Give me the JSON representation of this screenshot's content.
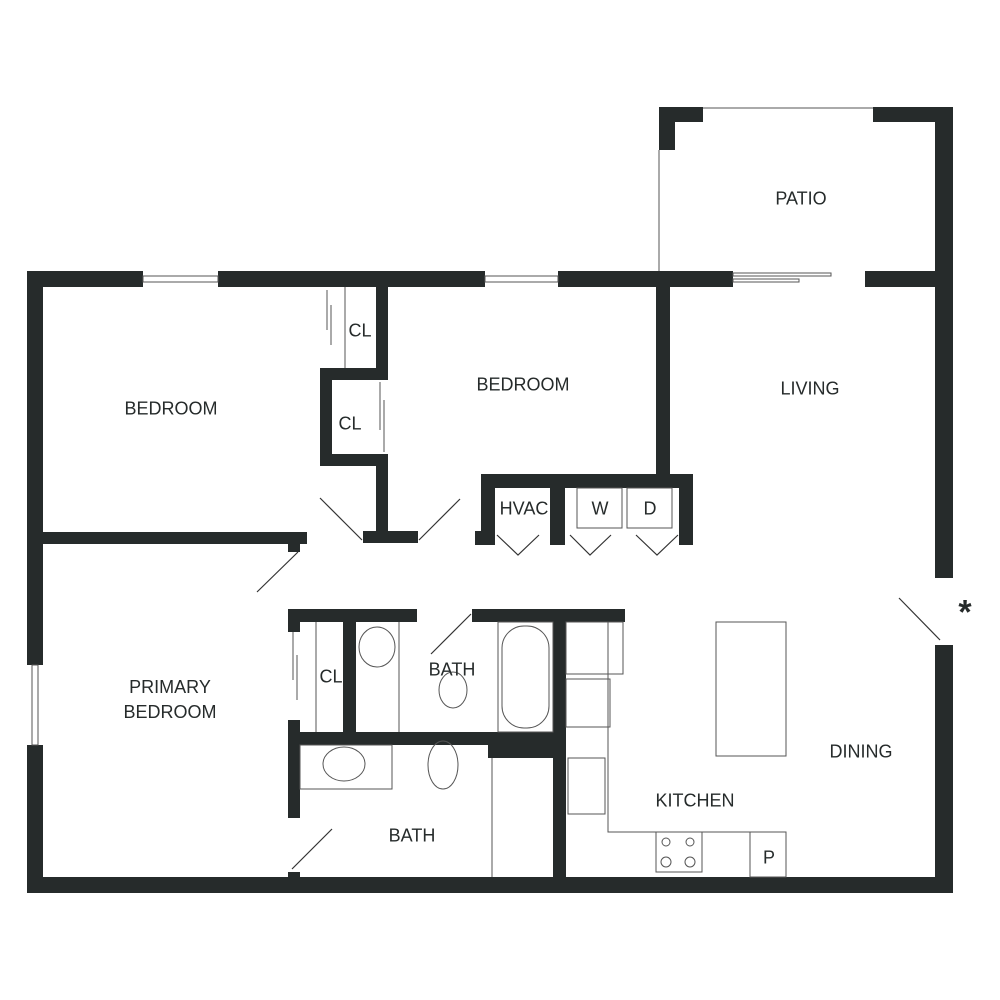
{
  "rooms": {
    "patio": "PATIO",
    "living": "LIVING",
    "bedroom_left": "BEDROOM",
    "bedroom_center": "BEDROOM",
    "closet_1": "CL",
    "closet_2": "CL",
    "closet_3": "CL",
    "hvac": "HVAC",
    "washer": "W",
    "dryer": "D",
    "primary_bedroom": "PRIMARY\nBEDROOM",
    "bath_1": "BATH",
    "bath_2": "BATH",
    "kitchen": "KITCHEN",
    "dining": "DINING",
    "pantry": "P"
  },
  "entry_marker": "*",
  "colors": {
    "wall": "#262b2b"
  }
}
